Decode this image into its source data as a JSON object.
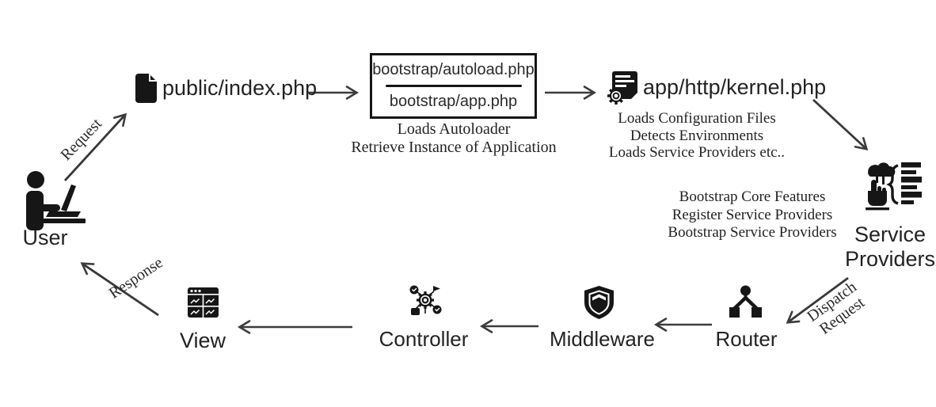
{
  "colors": {
    "ink": "#1c1c1c",
    "arrow": "#3c3c3c",
    "background": "#ffffff",
    "box_border": "#161616"
  },
  "nodes": {
    "user": {
      "label": "User",
      "icon": "person-at-laptop-icon"
    },
    "public_index": {
      "label": "public/index.php",
      "icon": "document-icon"
    },
    "bootstrap_box": {
      "line1": "bootstrap/autoload.php",
      "line2": "bootstrap/app.php"
    },
    "kernel": {
      "label": "app/http/kernel.php",
      "icon": "document-gear-icon"
    },
    "service_providers": {
      "line1": "Service",
      "line2": "Providers",
      "icon": "hand-cloud-list-icon"
    },
    "router": {
      "label": "Router",
      "icon": "branch-nodes-icon"
    },
    "middleware": {
      "label": "Middleware",
      "icon": "shield-icon"
    },
    "controller": {
      "label": "Controller",
      "icon": "gear-network-icon"
    },
    "view": {
      "label": "View",
      "icon": "browser-window-icon"
    }
  },
  "edges": {
    "request": {
      "label": "Request"
    },
    "response": {
      "label": "Response"
    },
    "dispatch": {
      "line1": "Dispatch",
      "line2": "Request"
    }
  },
  "notes": {
    "bootstrap": [
      "Loads Autoloader",
      "Retrieve Instance of Application"
    ],
    "kernel": [
      "Loads Configuration Files",
      "Detects Environments",
      "Loads Service Providers etc.."
    ],
    "service_providers": [
      "Bootstrap Core Features",
      "Register Service Providers",
      "Bootstrap Service Providers"
    ]
  }
}
